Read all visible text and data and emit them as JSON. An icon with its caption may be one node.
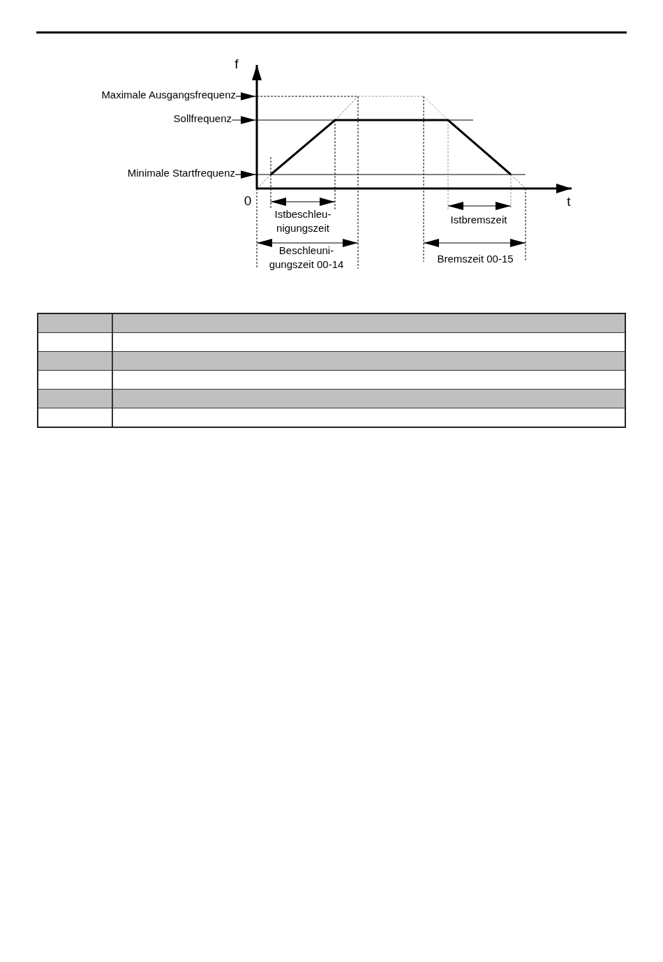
{
  "diagram": {
    "nodes": [
      {
        "text": [
          "Maximale Ausgangsfrequenz"
        ]
      },
      {
        "text": [
          "Sollfrequenz"
        ]
      },
      {
        "text": [
          "Minimale Startfrequenz"
        ]
      },
      {
        "text": [],
        "shape": "axis"
      }
    ],
    "edges": [
      {
        "from": 0,
        "to": 3,
        "arrow": "to"
      },
      {
        "from": 1,
        "to": 3,
        "arrow": "to"
      },
      {
        "from": 2,
        "to": 3,
        "arrow": "to"
      }
    ],
    "labels": [
      "f",
      "0",
      "t",
      "Istbeschleu-nigungszeit",
      "Beschleuni-gungszeit 00-14",
      "Istbremszeit",
      "Bremszeit 00-15"
    ]
  }
}
